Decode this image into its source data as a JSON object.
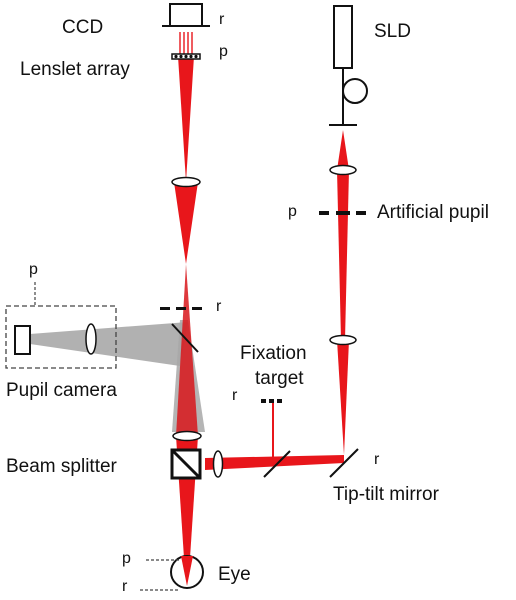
{
  "labels": {
    "ccd": "CCD",
    "lenslet_array": "Lenslet array",
    "sld": "SLD",
    "artificial_pupil": "Artificial pupil",
    "fixation_target_line1": "Fixation",
    "fixation_target_line2": "target",
    "pupil_camera": "Pupil camera",
    "beam_splitter": "Beam splitter",
    "tip_tilt_mirror": "Tip-tilt mirror",
    "eye": "Eye"
  },
  "plane_marks": {
    "r": "r",
    "p": "p"
  },
  "colors": {
    "beam": "#e8161b",
    "beam_dark": "#c40000",
    "camera_path": "#a8a8a8",
    "ink": "#111111"
  }
}
